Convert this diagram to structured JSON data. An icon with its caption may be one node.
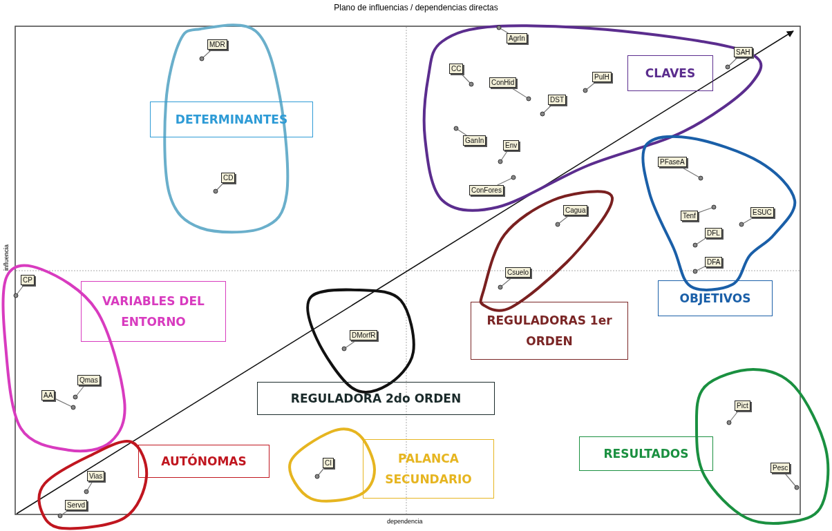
{
  "diagram": {
    "title": "Plano de influencias / dependencias directas",
    "nodes": [
      {
        "text": [],
        "shape": "circle"
      },
      {
        "text": [
          "MDR"
        ],
        "in": 0
      },
      {
        "text": [
          "DETERMINANTES"
        ]
      },
      {
        "text": [
          "CD"
        ],
        "in": 0
      },
      {
        "text": [],
        "shape": "circle"
      },
      {
        "text": [
          "AgrIn"
        ],
        "in": 4
      },
      {
        "text": [
          "CLAVES"
        ],
        "in": 4
      },
      {
        "text": [
          "SAH"
        ],
        "in": 4
      },
      {
        "text": [
          "CC"
        ],
        "in": 4
      },
      {
        "text": [
          "ConHid"
        ],
        "in": 4
      },
      {
        "text": [
          "PulH"
        ],
        "in": 4
      },
      {
        "text": [
          "DST"
        ],
        "in": 4
      },
      {
        "text": [
          "GanIn"
        ],
        "in": 4
      },
      {
        "text": [
          "Env"
        ],
        "in": 4
      },
      {
        "text": [
          "ConFores"
        ],
        "in": 4
      },
      {
        "text": [],
        "shape": "circle"
      },
      {
        "text": [
          "PFaseA"
        ],
        "in": 15
      },
      {
        "text": [
          "Tenf"
        ],
        "in": 15
      },
      {
        "text": [
          "ESUC"
        ],
        "in": 15
      },
      {
        "text": [
          "DFL"
        ],
        "in": 15
      },
      {
        "text": [
          "DFA"
        ],
        "in": 15
      },
      {
        "text": [],
        "shape": "circle"
      },
      {
        "text": [
          "Cagua"
        ],
        "in": 21
      },
      {
        "text": [
          "Csuelo"
        ],
        "in": 21
      },
      {
        "text": [],
        "shape": "circle"
      },
      {
        "text": [
          "CP"
        ],
        "in": 24
      },
      {
        "text": [
          "VARIABLES DEL ENTORNO"
        ]
      },
      {
        "text": [
          "Qmas"
        ],
        "in": 24
      },
      {
        "text": [
          "AA"
        ],
        "in": 24
      },
      {
        "text": [
          "OBJETIVOS"
        ]
      },
      {
        "text": [],
        "shape": "circle"
      },
      {
        "text": [
          "DMorfR"
        ],
        "in": 30
      },
      {
        "text": [
          "REGULADORAS 1er ORDEN"
        ]
      },
      {
        "text": [
          "REGULADORA 2do ORDEN"
        ]
      },
      {
        "text": [],
        "shape": "circle"
      },
      {
        "text": [
          "Pict"
        ],
        "in": 34
      },
      {
        "text": [],
        "shape": "circle"
      },
      {
        "text": [
          "Vias"
        ],
        "in": 36
      },
      {
        "text": [
          "Servd"
        ],
        "in": 36
      },
      {
        "text": [
          "AUTÓNOMAS"
        ]
      },
      {
        "text": [],
        "shape": "circle"
      },
      {
        "text": [
          "CI"
        ],
        "in": 40
      },
      {
        "text": [
          "PALANCA SECUNDARIO"
        ]
      },
      {
        "text": [
          "RESULTADOS"
        ]
      },
      {
        "text": [
          "Pesc"
        ],
        "in": 34
      }
    ],
    "edges": [
      {
        "from": 1,
        "to": null,
        "arrow": "none"
      },
      {
        "from": 3,
        "to": null,
        "arrow": "none"
      },
      {
        "from": 5,
        "to": null,
        "arrow": "none"
      },
      {
        "from": 7,
        "to": null,
        "arrow": "none"
      },
      {
        "from": 8,
        "to": null,
        "arrow": "none"
      },
      {
        "from": 9,
        "to": null,
        "arrow": "none"
      },
      {
        "from": 10,
        "to": null,
        "arrow": "none"
      },
      {
        "from": 11,
        "to": null,
        "arrow": "none"
      },
      {
        "from": 12,
        "to": null,
        "arrow": "none"
      },
      {
        "from": 13,
        "to": null,
        "arrow": "none"
      },
      {
        "from": 14,
        "to": null,
        "arrow": "none"
      },
      {
        "from": 16,
        "to": null,
        "arrow": "none"
      },
      {
        "from": 17,
        "to": null,
        "arrow": "none"
      },
      {
        "from": 18,
        "to": null,
        "arrow": "none"
      },
      {
        "from": 19,
        "to": null,
        "arrow": "none"
      },
      {
        "from": 20,
        "to": null,
        "arrow": "none"
      },
      {
        "from": 22,
        "to": null,
        "arrow": "none"
      },
      {
        "from": 23,
        "to": null,
        "arrow": "none"
      },
      {
        "from": 25,
        "to": null,
        "arrow": "none"
      },
      {
        "from": 27,
        "to": null,
        "arrow": "none"
      },
      {
        "from": 28,
        "to": null,
        "arrow": "none"
      },
      {
        "from": 31,
        "to": null,
        "arrow": "none"
      },
      {
        "from": 35,
        "to": null,
        "arrow": "none"
      },
      {
        "from": 37,
        "to": null,
        "arrow": "none"
      },
      {
        "from": 38,
        "to": null,
        "arrow": "none"
      },
      {
        "from": 41,
        "to": null,
        "arrow": "none"
      },
      {
        "from": 44,
        "to": null,
        "arrow": "none"
      }
    ],
    "labels": [
      "influencia",
      "dependencia"
    ]
  }
}
